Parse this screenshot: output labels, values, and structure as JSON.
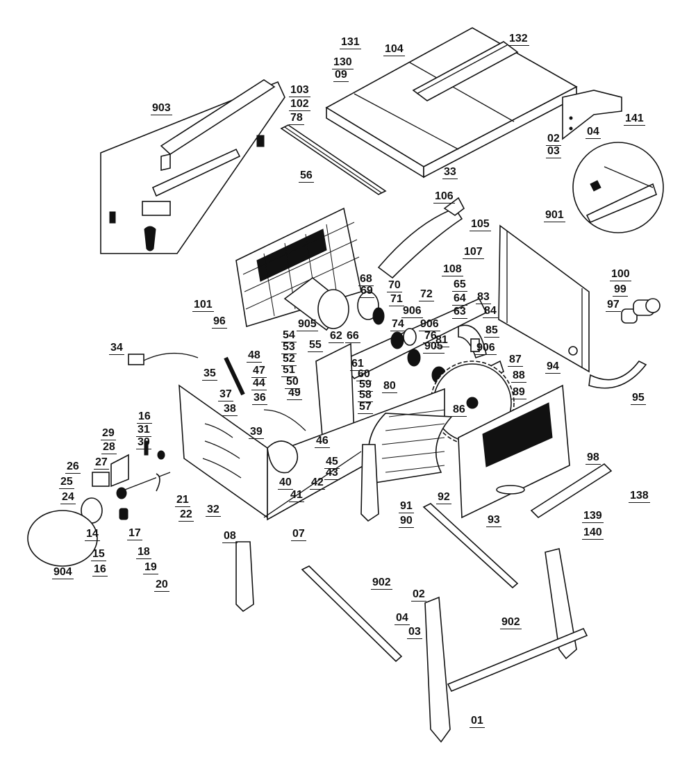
{
  "title": "Table saw exploded parts diagram",
  "labels": [
    {
      "id": "131",
      "text": "131"
    },
    {
      "id": "104",
      "text": "104"
    },
    {
      "id": "132",
      "text": "132"
    },
    {
      "id": "130",
      "text": "130"
    },
    {
      "id": "09",
      "text": "09"
    },
    {
      "id": "103",
      "text": "103"
    },
    {
      "id": "102",
      "text": "102"
    },
    {
      "id": "78",
      "text": "78"
    },
    {
      "id": "903",
      "text": "903"
    },
    {
      "id": "56",
      "text": "56"
    },
    {
      "id": "33",
      "text": "33"
    },
    {
      "id": "141",
      "text": "141"
    },
    {
      "id": "02a",
      "text": "02"
    },
    {
      "id": "04a",
      "text": "04"
    },
    {
      "id": "03a",
      "text": "03"
    },
    {
      "id": "901",
      "text": "901"
    },
    {
      "id": "106",
      "text": "106"
    },
    {
      "id": "105",
      "text": "105"
    },
    {
      "id": "107",
      "text": "107"
    },
    {
      "id": "108",
      "text": "108"
    },
    {
      "id": "100",
      "text": "100"
    },
    {
      "id": "99",
      "text": "99"
    },
    {
      "id": "97",
      "text": "97"
    },
    {
      "id": "101",
      "text": "101"
    },
    {
      "id": "96",
      "text": "96"
    },
    {
      "id": "68",
      "text": "68"
    },
    {
      "id": "69",
      "text": "69"
    },
    {
      "id": "70",
      "text": "70"
    },
    {
      "id": "71",
      "text": "71"
    },
    {
      "id": "72",
      "text": "72"
    },
    {
      "id": "65",
      "text": "65"
    },
    {
      "id": "64",
      "text": "64"
    },
    {
      "id": "906a",
      "text": "906"
    },
    {
      "id": "906b",
      "text": "906"
    },
    {
      "id": "63",
      "text": "63"
    },
    {
      "id": "83",
      "text": "83"
    },
    {
      "id": "84",
      "text": "84"
    },
    {
      "id": "85",
      "text": "85"
    },
    {
      "id": "905a",
      "text": "905"
    },
    {
      "id": "66",
      "text": "66"
    },
    {
      "id": "74",
      "text": "74"
    },
    {
      "id": "76",
      "text": "76"
    },
    {
      "id": "905b",
      "text": "905"
    },
    {
      "id": "62",
      "text": "62"
    },
    {
      "id": "55",
      "text": "55"
    },
    {
      "id": "54",
      "text": "54"
    },
    {
      "id": "53",
      "text": "53"
    },
    {
      "id": "52",
      "text": "52"
    },
    {
      "id": "51",
      "text": "51"
    },
    {
      "id": "50",
      "text": "50"
    },
    {
      "id": "49",
      "text": "49"
    },
    {
      "id": "61",
      "text": "61"
    },
    {
      "id": "60",
      "text": "60"
    },
    {
      "id": "59",
      "text": "59"
    },
    {
      "id": "58",
      "text": "58"
    },
    {
      "id": "57",
      "text": "57"
    },
    {
      "id": "80",
      "text": "80"
    },
    {
      "id": "81",
      "text": "81"
    },
    {
      "id": "906c",
      "text": "906"
    },
    {
      "id": "87",
      "text": "87"
    },
    {
      "id": "88",
      "text": "88"
    },
    {
      "id": "89",
      "text": "89"
    },
    {
      "id": "86",
      "text": "86"
    },
    {
      "id": "94",
      "text": "94"
    },
    {
      "id": "95",
      "text": "95"
    },
    {
      "id": "34",
      "text": "34"
    },
    {
      "id": "35",
      "text": "35"
    },
    {
      "id": "48",
      "text": "48"
    },
    {
      "id": "47",
      "text": "47"
    },
    {
      "id": "44",
      "text": "44"
    },
    {
      "id": "37",
      "text": "37"
    },
    {
      "id": "36",
      "text": "36"
    },
    {
      "id": "38",
      "text": "38"
    },
    {
      "id": "39",
      "text": "39"
    },
    {
      "id": "46",
      "text": "46"
    },
    {
      "id": "45",
      "text": "45"
    },
    {
      "id": "43",
      "text": "43"
    },
    {
      "id": "40",
      "text": "40"
    },
    {
      "id": "42",
      "text": "42"
    },
    {
      "id": "41",
      "text": "41"
    },
    {
      "id": "16a",
      "text": "16"
    },
    {
      "id": "31",
      "text": "31"
    },
    {
      "id": "30",
      "text": "30"
    },
    {
      "id": "29",
      "text": "29"
    },
    {
      "id": "28",
      "text": "28"
    },
    {
      "id": "27",
      "text": "27"
    },
    {
      "id": "26",
      "text": "26"
    },
    {
      "id": "25",
      "text": "25"
    },
    {
      "id": "24",
      "text": "24"
    },
    {
      "id": "14",
      "text": "14"
    },
    {
      "id": "15",
      "text": "15"
    },
    {
      "id": "16b",
      "text": "16"
    },
    {
      "id": "17",
      "text": "17"
    },
    {
      "id": "18",
      "text": "18"
    },
    {
      "id": "19",
      "text": "19"
    },
    {
      "id": "20",
      "text": "20"
    },
    {
      "id": "21",
      "text": "21"
    },
    {
      "id": "22",
      "text": "22"
    },
    {
      "id": "32",
      "text": "32"
    },
    {
      "id": "08",
      "text": "08"
    },
    {
      "id": "07",
      "text": "07"
    },
    {
      "id": "904",
      "text": "904"
    },
    {
      "id": "91",
      "text": "91"
    },
    {
      "id": "92",
      "text": "92"
    },
    {
      "id": "90",
      "text": "90"
    },
    {
      "id": "93",
      "text": "93"
    },
    {
      "id": "98",
      "text": "98"
    },
    {
      "id": "138",
      "text": "138"
    },
    {
      "id": "139",
      "text": "139"
    },
    {
      "id": "140",
      "text": "140"
    },
    {
      "id": "902a",
      "text": "902"
    },
    {
      "id": "02b",
      "text": "02"
    },
    {
      "id": "04b",
      "text": "04"
    },
    {
      "id": "03b",
      "text": "03"
    },
    {
      "id": "902b",
      "text": "902"
    },
    {
      "id": "01",
      "text": "01"
    }
  ]
}
